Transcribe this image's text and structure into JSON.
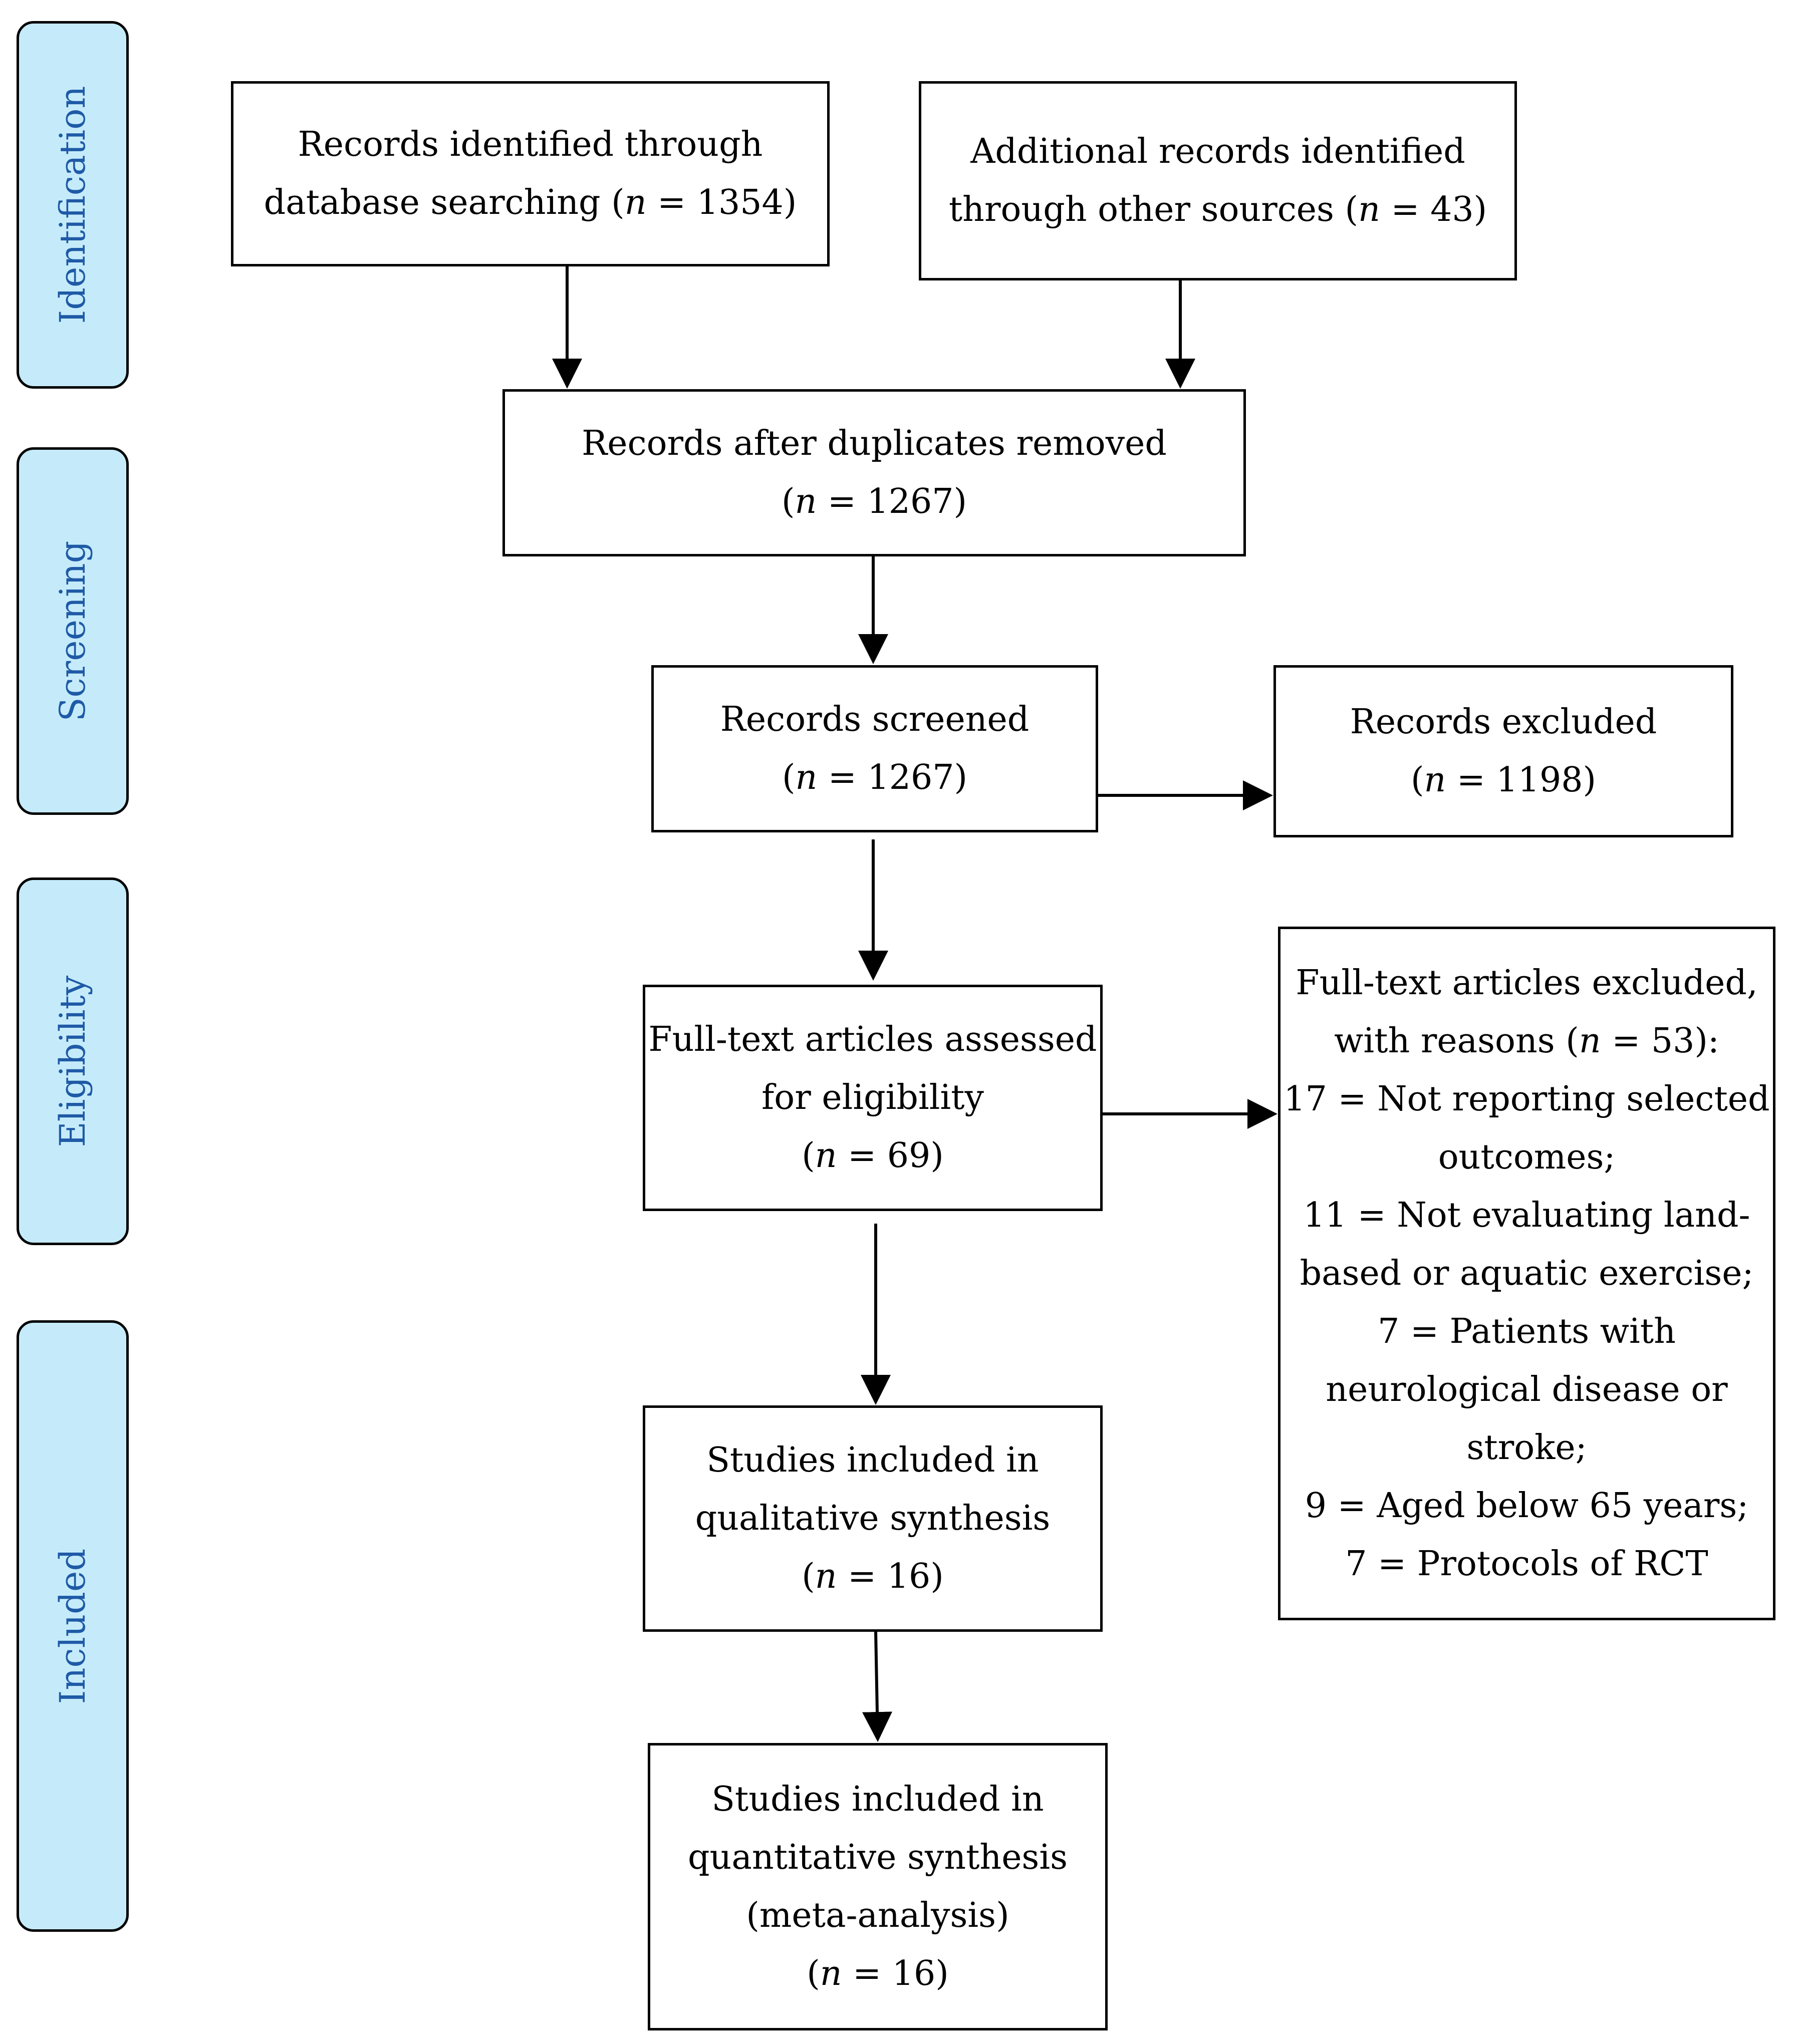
{
  "phases": {
    "identification": "Identification",
    "screening": "Screening",
    "eligibility": "Eligibility",
    "included": "Included"
  },
  "boxes": {
    "database": {
      "line1": "Records identified through",
      "line2_pre": "database searching (",
      "n_symbol": "n",
      "line2_post": " = 1354)"
    },
    "other_sources": {
      "line1": "Additional records identified",
      "line2_pre": "through other sources (",
      "n_symbol": "n",
      "line2_post": " = 43)"
    },
    "duplicates_removed": {
      "line1": "Records after duplicates removed",
      "line2_pre": "(",
      "n_symbol": "n",
      "line2_post": " = 1267)"
    },
    "screened": {
      "line1": "Records screened",
      "line2_pre": "(",
      "n_symbol": "n",
      "line2_post": " = 1267)"
    },
    "excluded": {
      "line1": "Records excluded",
      "line2_pre": "(",
      "n_symbol": "n",
      "line2_post": " = 1198)"
    },
    "full_text": {
      "line1": "Full-text articles assessed",
      "line2": "for eligibility",
      "line3_pre": "(",
      "n_symbol": "n",
      "line3_post": " = 69)"
    },
    "full_text_excluded": {
      "line1": "Full-text articles excluded,",
      "line2_pre": "with reasons (",
      "n_symbol": "n",
      "line2_post": " = 53):",
      "line3": "17 = Not reporting selected",
      "line4": "outcomes;",
      "line5": "11 = Not evaluating land-",
      "line6": "based or aquatic exercise;",
      "line7": "7 = Patients with",
      "line8": "neurological disease or",
      "line9": "stroke;",
      "line10": "9 = Aged below 65 years;",
      "line11": "7 = Protocols of RCT"
    },
    "qualitative": {
      "line1": "Studies included in",
      "line2": "qualitative synthesis",
      "line3_pre": "(",
      "n_symbol": "n",
      "line3_post": " = 16)"
    },
    "quantitative": {
      "line1": "Studies included in",
      "line2": "quantitative synthesis",
      "line3": "(meta-analysis)",
      "line4_pre": "(",
      "n_symbol": "n",
      "line4_post": " = 16)"
    }
  }
}
